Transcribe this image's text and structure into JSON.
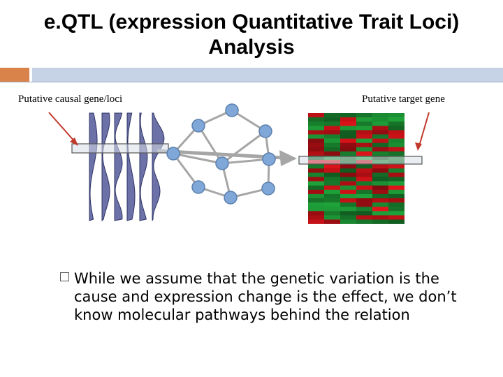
{
  "slide": {
    "title_line1": "e.QTL (expression Quantitative Trait Loci)",
    "title_line2": "Analysis",
    "label_left": "Putative causal gene/loci",
    "label_right": "Putative target gene",
    "bullet": "While we assume that the genetic variation is the cause and expression change is the effect, we don’t know molecular pathways behind the relation"
  },
  "colors": {
    "accent_orange": "#d9824a",
    "band_blue": "#c6d2e6",
    "node_fill": "#7fa7d8",
    "edge": "#a6a6a6",
    "arrow": "#c0392b",
    "heat_red": "#e8141b",
    "heat_green": "#1fa33a"
  }
}
